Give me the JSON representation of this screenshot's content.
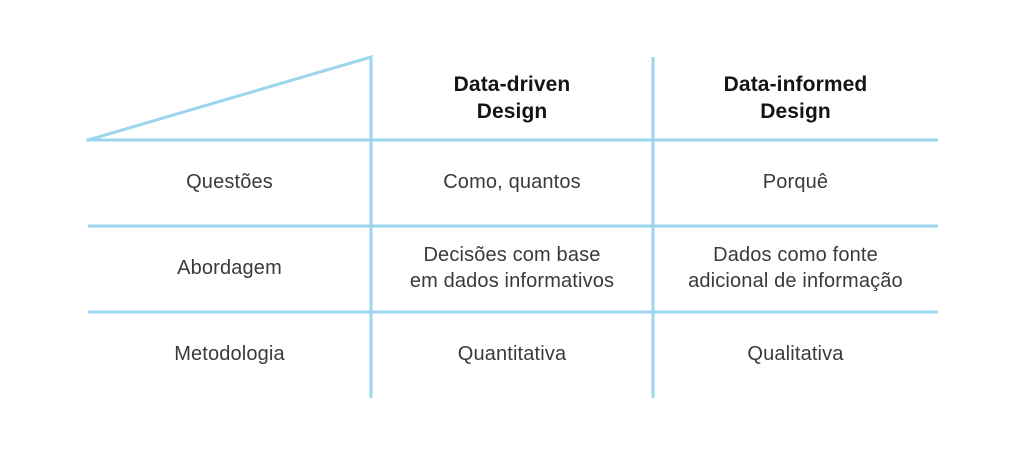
{
  "theme": {
    "background": "#ffffff",
    "line_color": "#9BD5EE",
    "header_text_color": "#141414",
    "body_text_color": "#3a3a3a"
  },
  "table": {
    "corner": {
      "decoration": "right-triangle",
      "label": ""
    },
    "column_headers": [
      "Data-driven\nDesign",
      "Data-informed\nDesign"
    ],
    "column_headers_lines": [
      [
        "Data-driven",
        "Design"
      ],
      [
        "Data-informed",
        "Design"
      ]
    ],
    "row_labels": [
      "Questões",
      "Abordagem",
      "Metodologia"
    ],
    "rows": [
      {
        "label": "Questões",
        "cells_lines": [
          [
            "Como, quantos"
          ],
          [
            "Porquê"
          ]
        ]
      },
      {
        "label": "Abordagem",
        "cells_lines": [
          [
            "Decisões com base",
            "em dados informativos"
          ],
          [
            "Dados como fonte",
            "adicional de informação"
          ]
        ]
      },
      {
        "label": "Metodologia",
        "cells_lines": [
          [
            "Quantitativa"
          ],
          [
            "Qualitativa"
          ]
        ]
      }
    ]
  }
}
